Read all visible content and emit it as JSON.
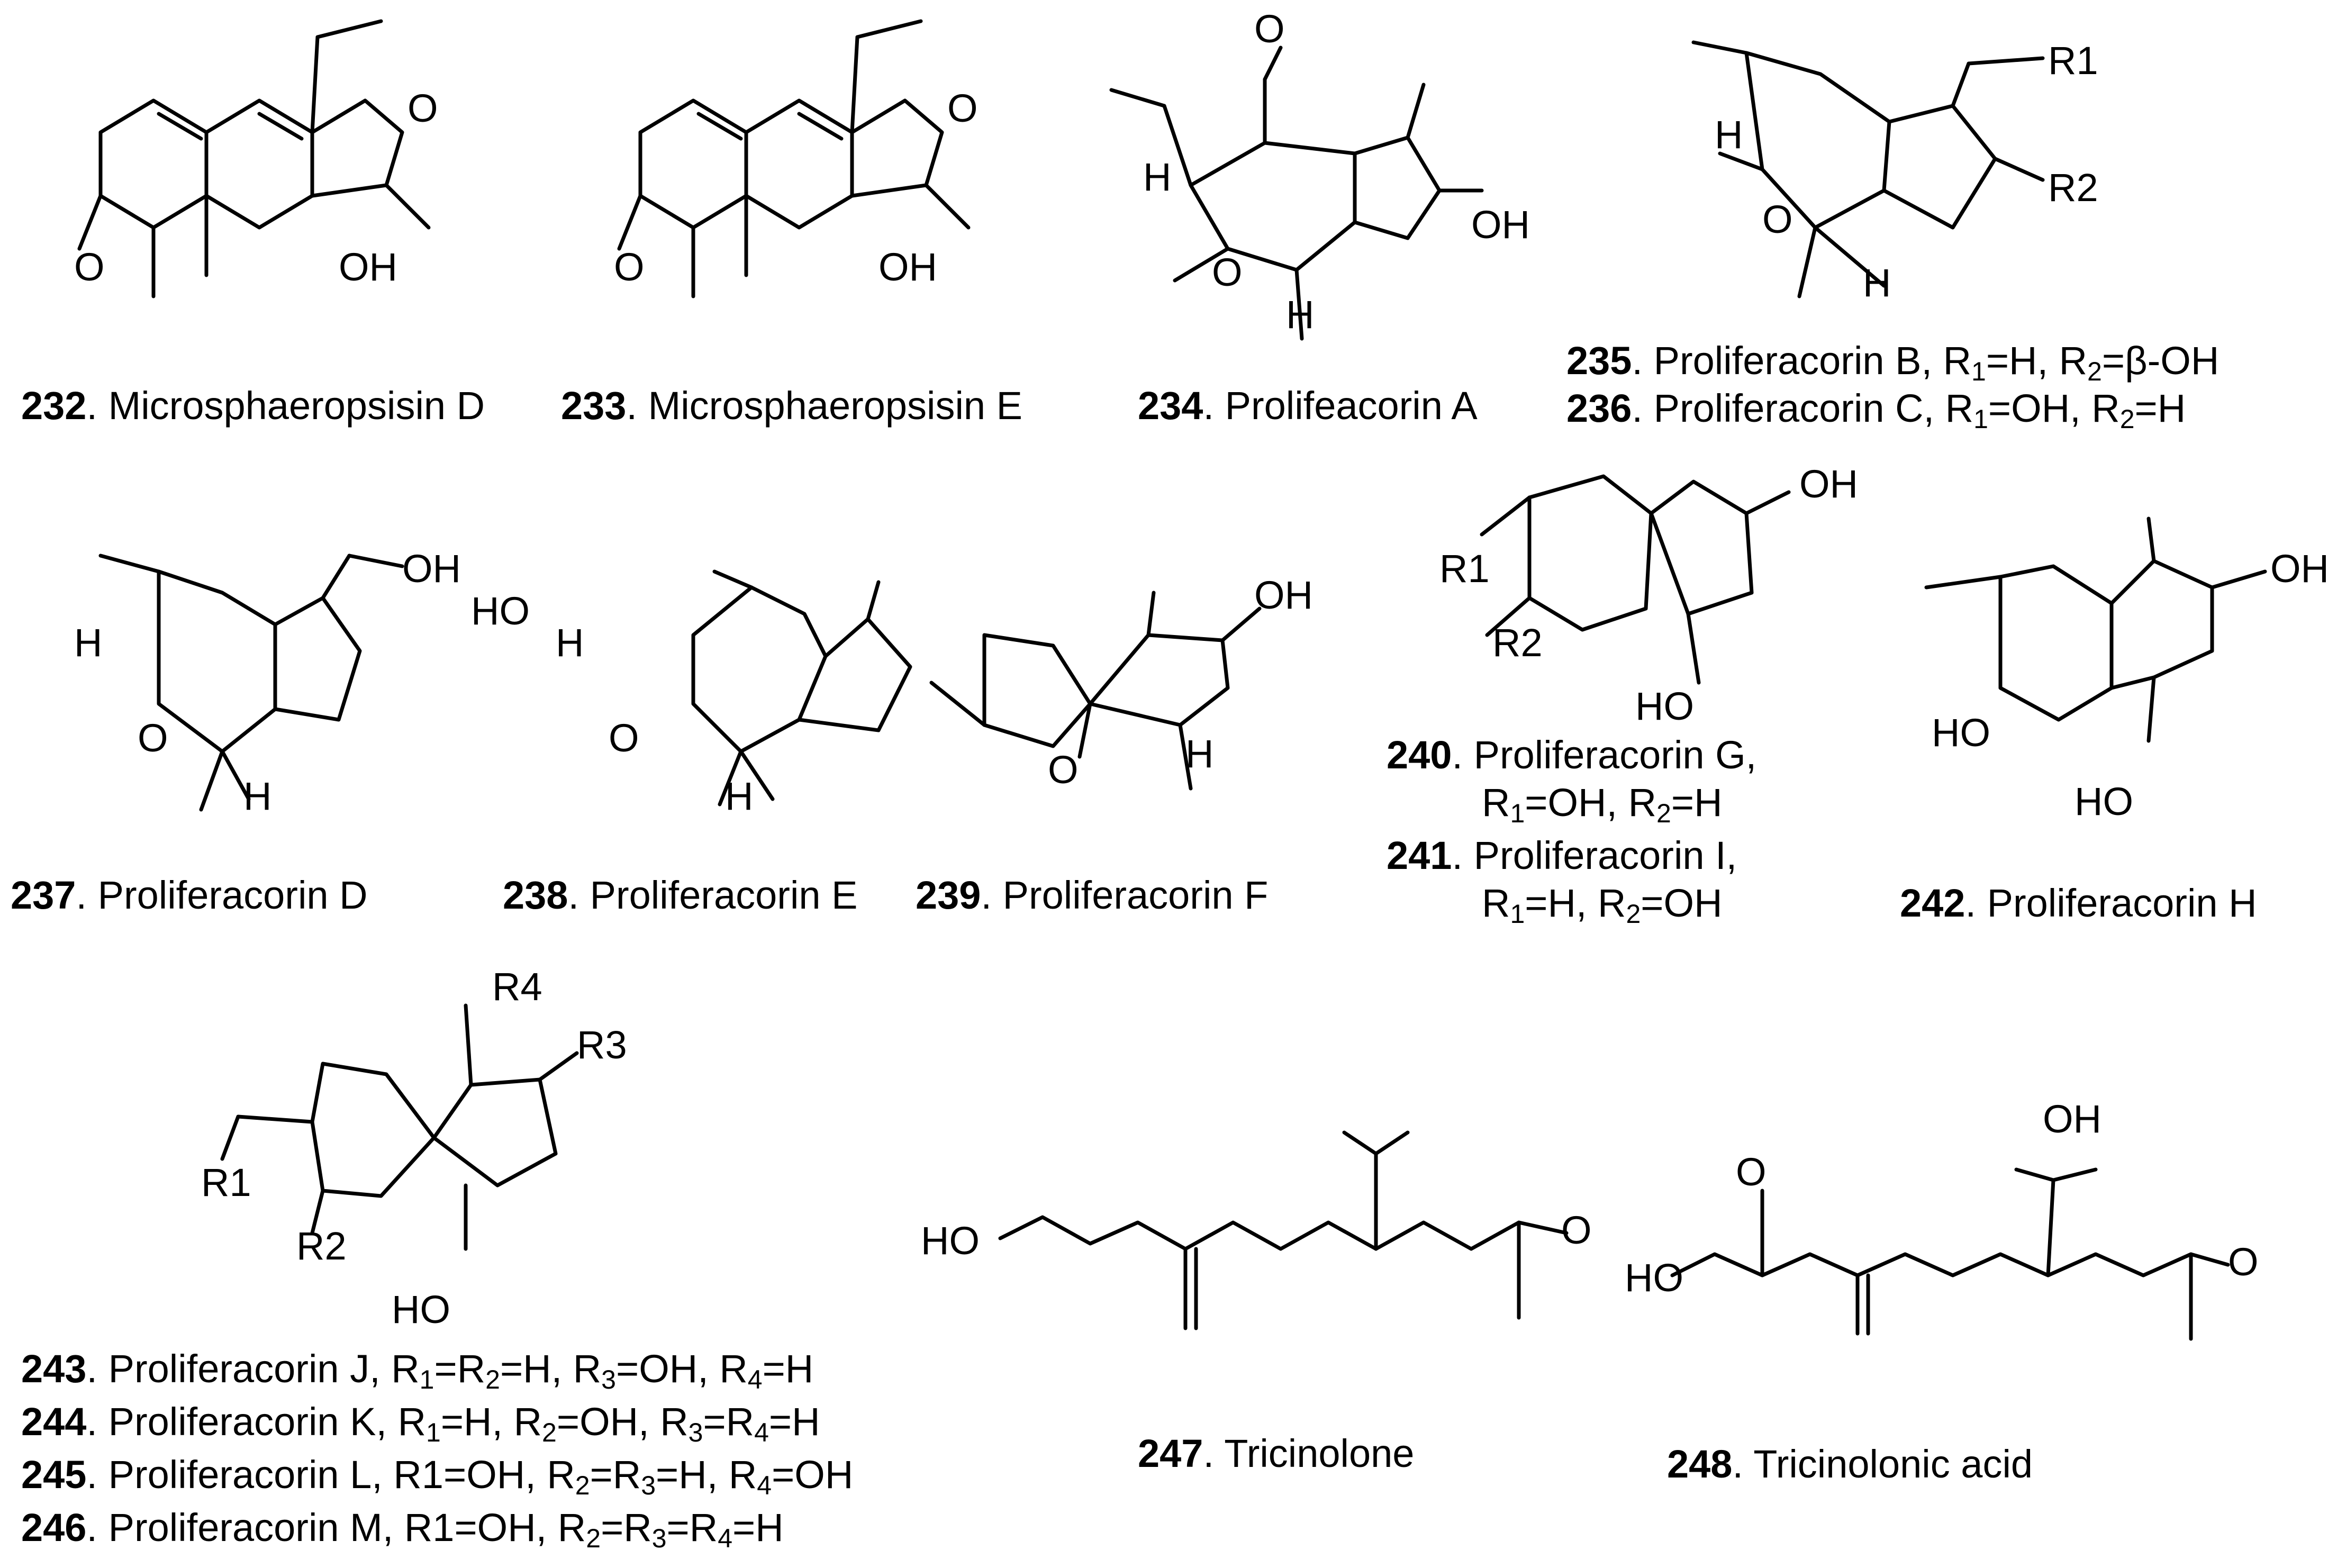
{
  "compounds": [
    {
      "num": "232",
      "name": "Microsphaeropsisin D"
    },
    {
      "num": "233",
      "name": "Microsphaeropsisin E"
    },
    {
      "num": "234",
      "name": "Prolifeacorin A"
    },
    {
      "num": "235",
      "name": "Proliferacorin B",
      "subst": "R1=H, R2=β-OH"
    },
    {
      "num": "236",
      "name": "Proliferacorin C",
      "subst": "R1=OH, R2=H"
    },
    {
      "num": "237",
      "name": "Proliferacorin D"
    },
    {
      "num": "238",
      "name": "Proliferacorin E"
    },
    {
      "num": "239",
      "name": "Proliferacorin F"
    },
    {
      "num": "240",
      "name": "Proliferacorin G,",
      "subst": "R1=OH, R2=H"
    },
    {
      "num": "241",
      "name": "Proliferacorin I,",
      "subst": "R1=H, R2=OH"
    },
    {
      "num": "242",
      "name": "Proliferacorin H"
    },
    {
      "num": "243",
      "name": "Proliferacorin J",
      "subst": "R1=R2=H, R3=OH, R4=H"
    },
    {
      "num": "244",
      "name": "Proliferacorin K",
      "subst": "R1=H, R2=OH, R3=R4=H"
    },
    {
      "num": "245",
      "name": "Proliferacorin L",
      "subst": "R1=OH, R2=R3=H, R4=OH"
    },
    {
      "num": "246",
      "name": "Proliferacorin M",
      "subst": "R1=OH, R2=R3=R4=H"
    },
    {
      "num": "247",
      "name": "Tricinolone"
    },
    {
      "num": "248",
      "name": "Tricinolonic acid"
    }
  ],
  "atom_labels": {
    "O": "O",
    "OH": "OH",
    "HO": "HO",
    "H": "H",
    "R1": "R1",
    "R2": "R2",
    "R3": "R3",
    "R4": "R4"
  }
}
